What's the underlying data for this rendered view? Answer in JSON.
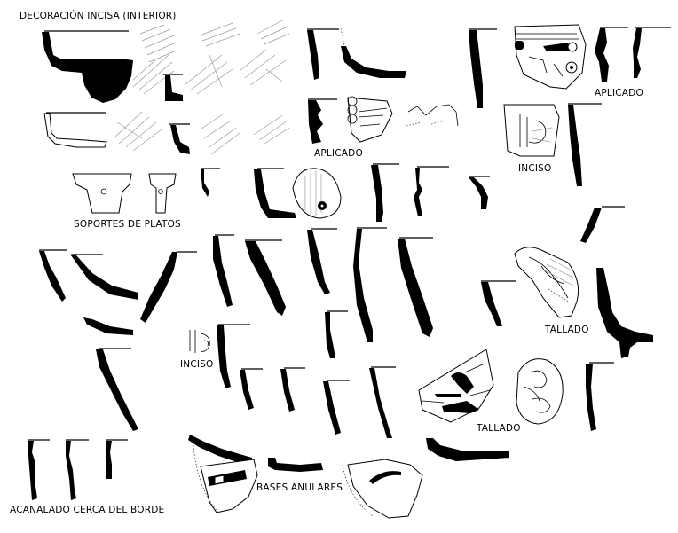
{
  "labels": {
    "decoracion_incisa": "DECORACIÓN INCISA (INTERIOR)",
    "aplicado_top": "APLICADO",
    "aplicado_mid": "APLICADO",
    "inciso_right": "INCISO",
    "soportes": "SOPORTES DE PLATOS",
    "tallado_right": "TALLADO",
    "inciso_left": "INCISO",
    "tallado_bottom": "TALLADO",
    "bases_anulares": "BASES ANULARES",
    "acanalado": "ACANALADO CERCA DEL BORDE"
  }
}
